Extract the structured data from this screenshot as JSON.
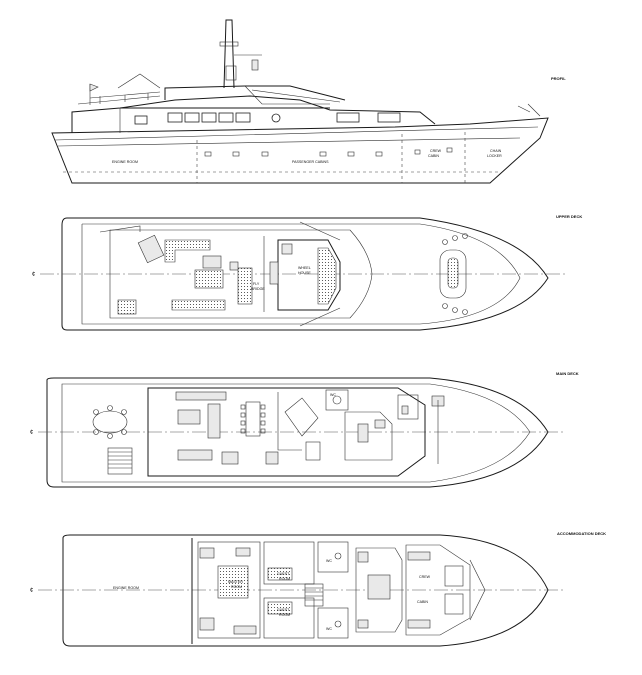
{
  "centerline_mark": "¢",
  "profile": {
    "title": "PROFIL",
    "labels": {
      "engine_room": "ENGINE ROOM",
      "passenger_cabins": "PASSENGER CABINS",
      "crew_cabin_1": "CREW",
      "crew_cabin_2": "CABIN",
      "chain_locker_1": "CHAIN",
      "chain_locker_2": "LOCKER"
    }
  },
  "upper_deck": {
    "title": "UPPER DECK",
    "labels": {
      "wheel_house_1": "WHEEL",
      "wheel_house_2": "HOUSE",
      "fly_bridge_1": "FLY",
      "fly_bridge_2": "BRIDGE"
    }
  },
  "main_deck": {
    "title": "MAIN DECK",
    "labels": {
      "wc": "WC"
    }
  },
  "accommodation_deck": {
    "title": "ACCOMMODATION DECK",
    "labels": {
      "engine_room": "ENGINE ROOM",
      "master_room_1": "MASTER",
      "master_room_2": "ROOM",
      "guest_room_1": "GUEST",
      "guest_room_2": "ROOM",
      "crew": "CREW",
      "cabin": "CABIN",
      "wc": "WC"
    }
  }
}
